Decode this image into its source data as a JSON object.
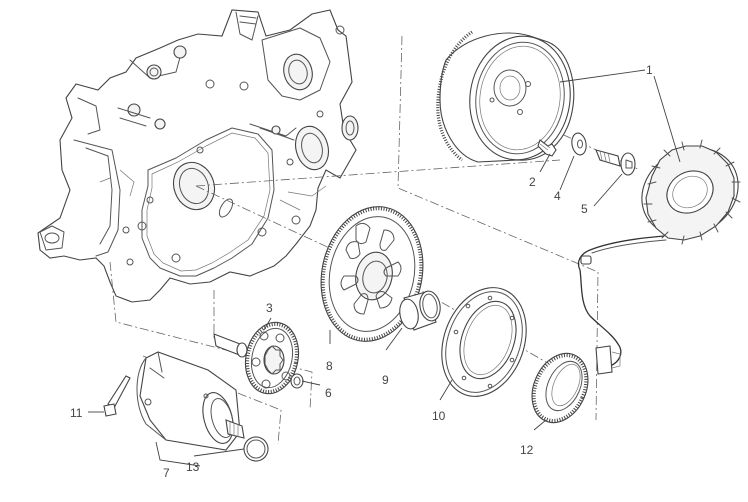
{
  "diagram": {
    "title": "Electric starter and ignition — exploded view",
    "callouts": [
      {
        "id": "1",
        "part": "generator-stator-flywheel"
      },
      {
        "id": "2",
        "part": "flywheel-screw"
      },
      {
        "id": "3",
        "part": "idler-gear"
      },
      {
        "id": "4",
        "part": "washer"
      },
      {
        "id": "5",
        "part": "flywheel-bolt"
      },
      {
        "id": "6",
        "part": "idler-washer"
      },
      {
        "id": "7",
        "part": "starter-motor"
      },
      {
        "id": "8",
        "part": "starter-ring-gear"
      },
      {
        "id": "9",
        "part": "bushing"
      },
      {
        "id": "10",
        "part": "freewheel-housing"
      },
      {
        "id": "11",
        "part": "starter-screw"
      },
      {
        "id": "12",
        "part": "freewheel-clutch"
      },
      {
        "id": "13",
        "part": "o-ring"
      }
    ]
  }
}
